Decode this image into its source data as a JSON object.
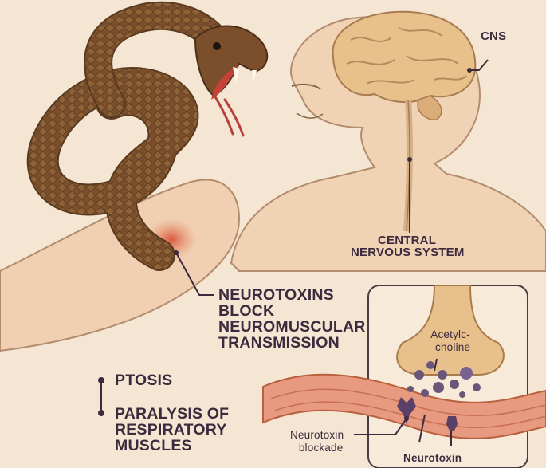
{
  "labels": {
    "cns": "CNS",
    "central_nervous_system": [
      "CENTRAL",
      "NERVOUS SYSTEM"
    ],
    "neurotoxins_block": [
      "NEUROTOXINS",
      "BLOCK",
      "NEUROMUSCULAR",
      "TRANSMISSION"
    ],
    "ptosis": "PTOSIS",
    "paralysis": [
      "PARALYSIS OF",
      "RESPIRATORY",
      "MUSCLES"
    ],
    "acetylcholine": [
      "Acetylc-",
      "choline"
    ],
    "neurotoxin_blockade": [
      "Neurotoxin",
      "blockade"
    ],
    "neurotoxin": "Neurotoxin"
  },
  "colors": {
    "background": "#f4e6d2",
    "snake": "#7b4f2c",
    "brain": "#e8c08c",
    "muscle": "#e79a80",
    "label": "#3c2b3e",
    "molecule": "#6b5578"
  },
  "icons": {
    "snake": "snake-illustration",
    "brain": "brain-illustration",
    "synapse": "synapse-inset"
  }
}
